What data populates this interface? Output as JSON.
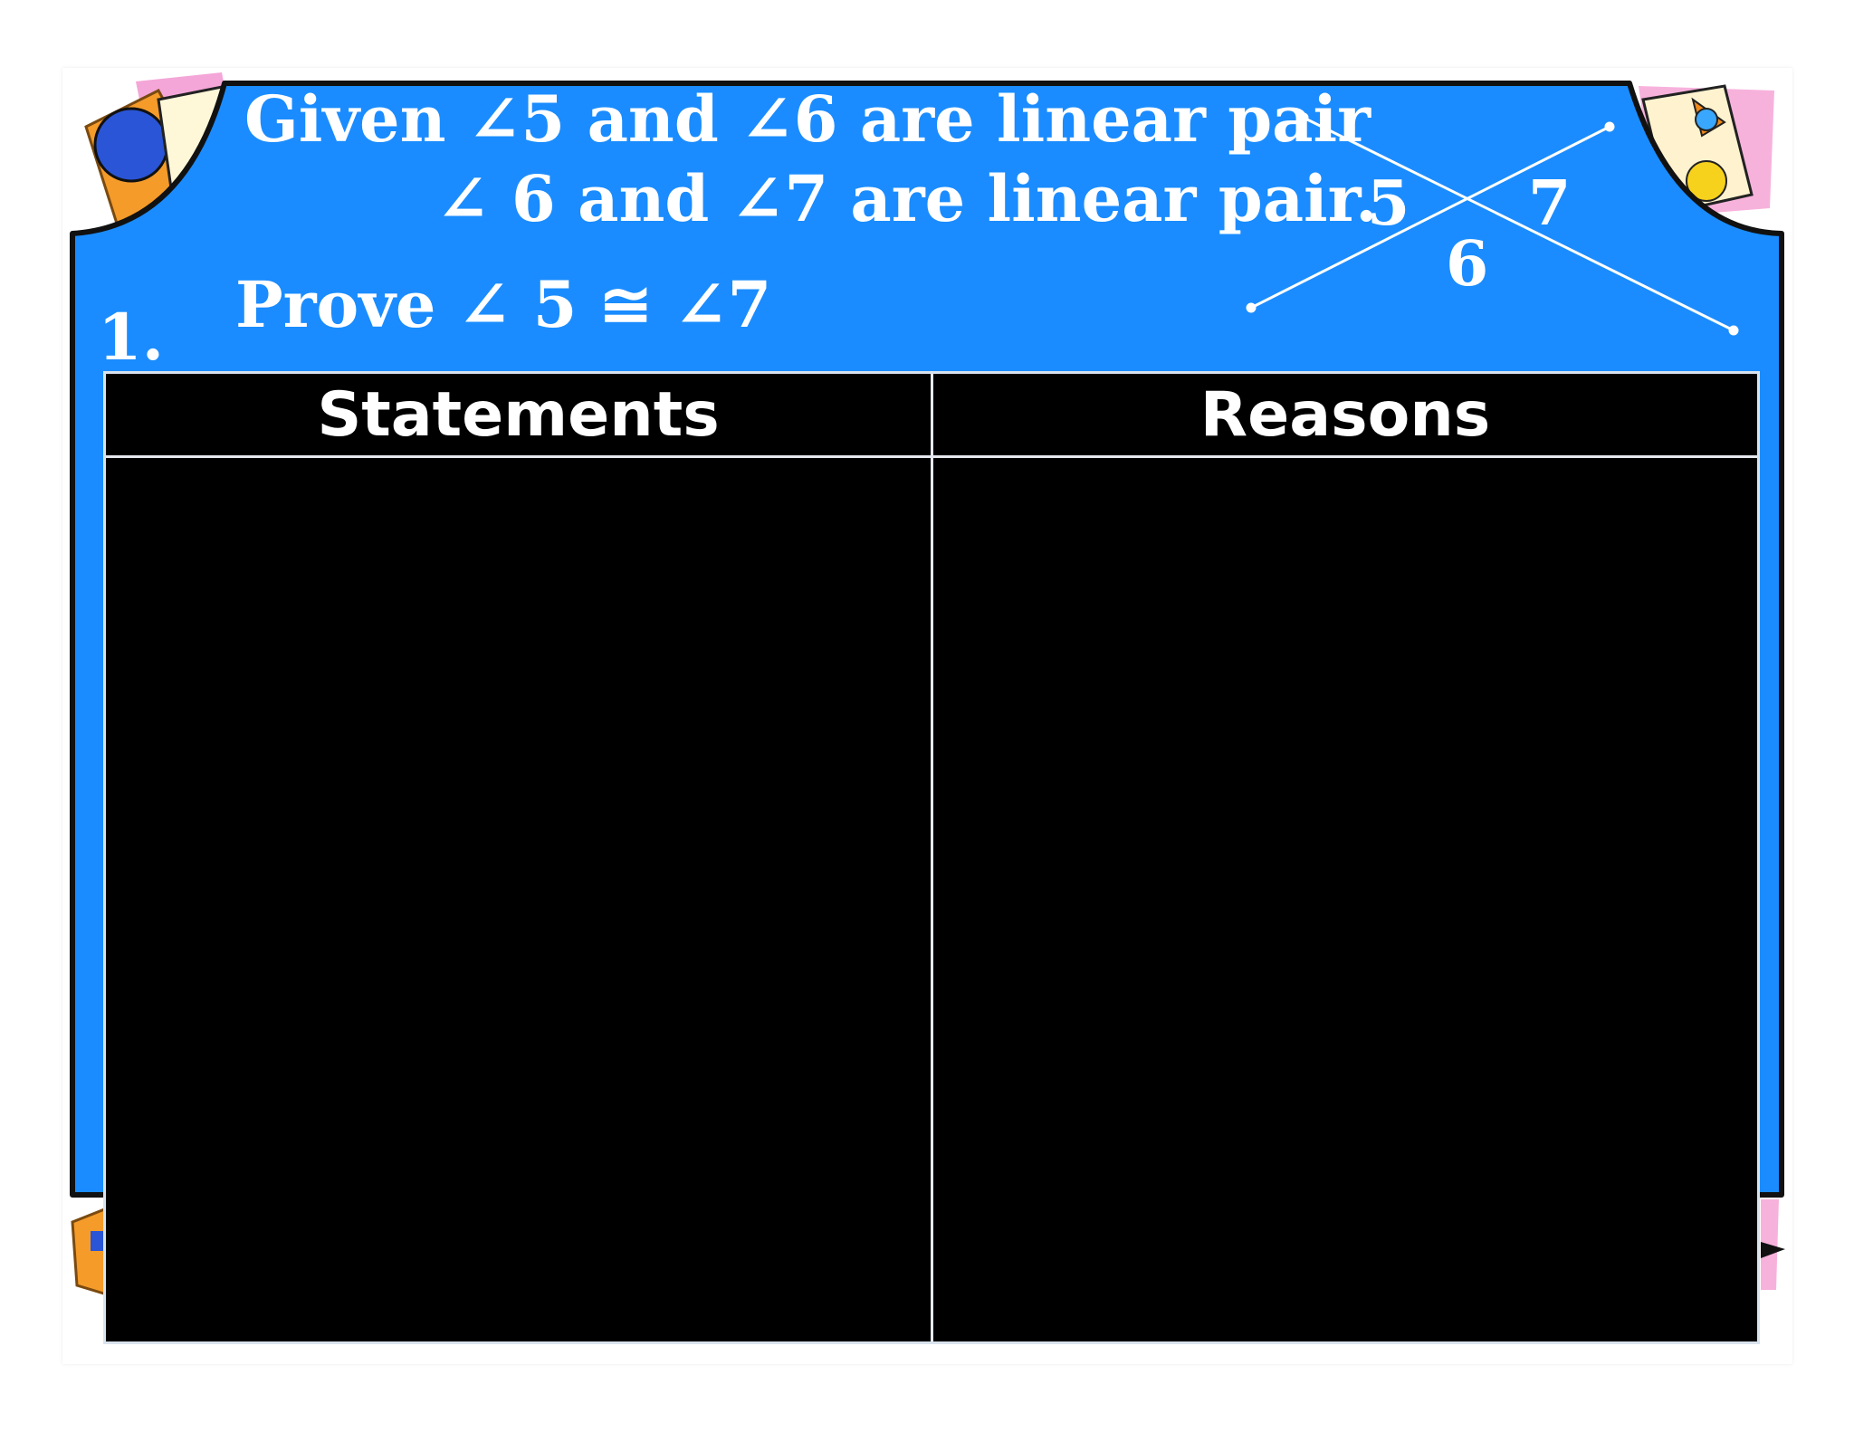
{
  "problem": {
    "number": "1.",
    "given_line1": "Given ∠5 and ∠6 are linear pair",
    "given_line2": "∠ 6 and ∠7 are linear pair.",
    "prove": "Prove ∠ 5 ≅ ∠7"
  },
  "diagram": {
    "labels": [
      "5",
      "7",
      "6"
    ]
  },
  "table": {
    "headers": [
      "Statements",
      "Reasons"
    ]
  },
  "colors": {
    "frame_blue": "#1a8cff",
    "table_background": "#000000",
    "text": "#ffffff"
  }
}
